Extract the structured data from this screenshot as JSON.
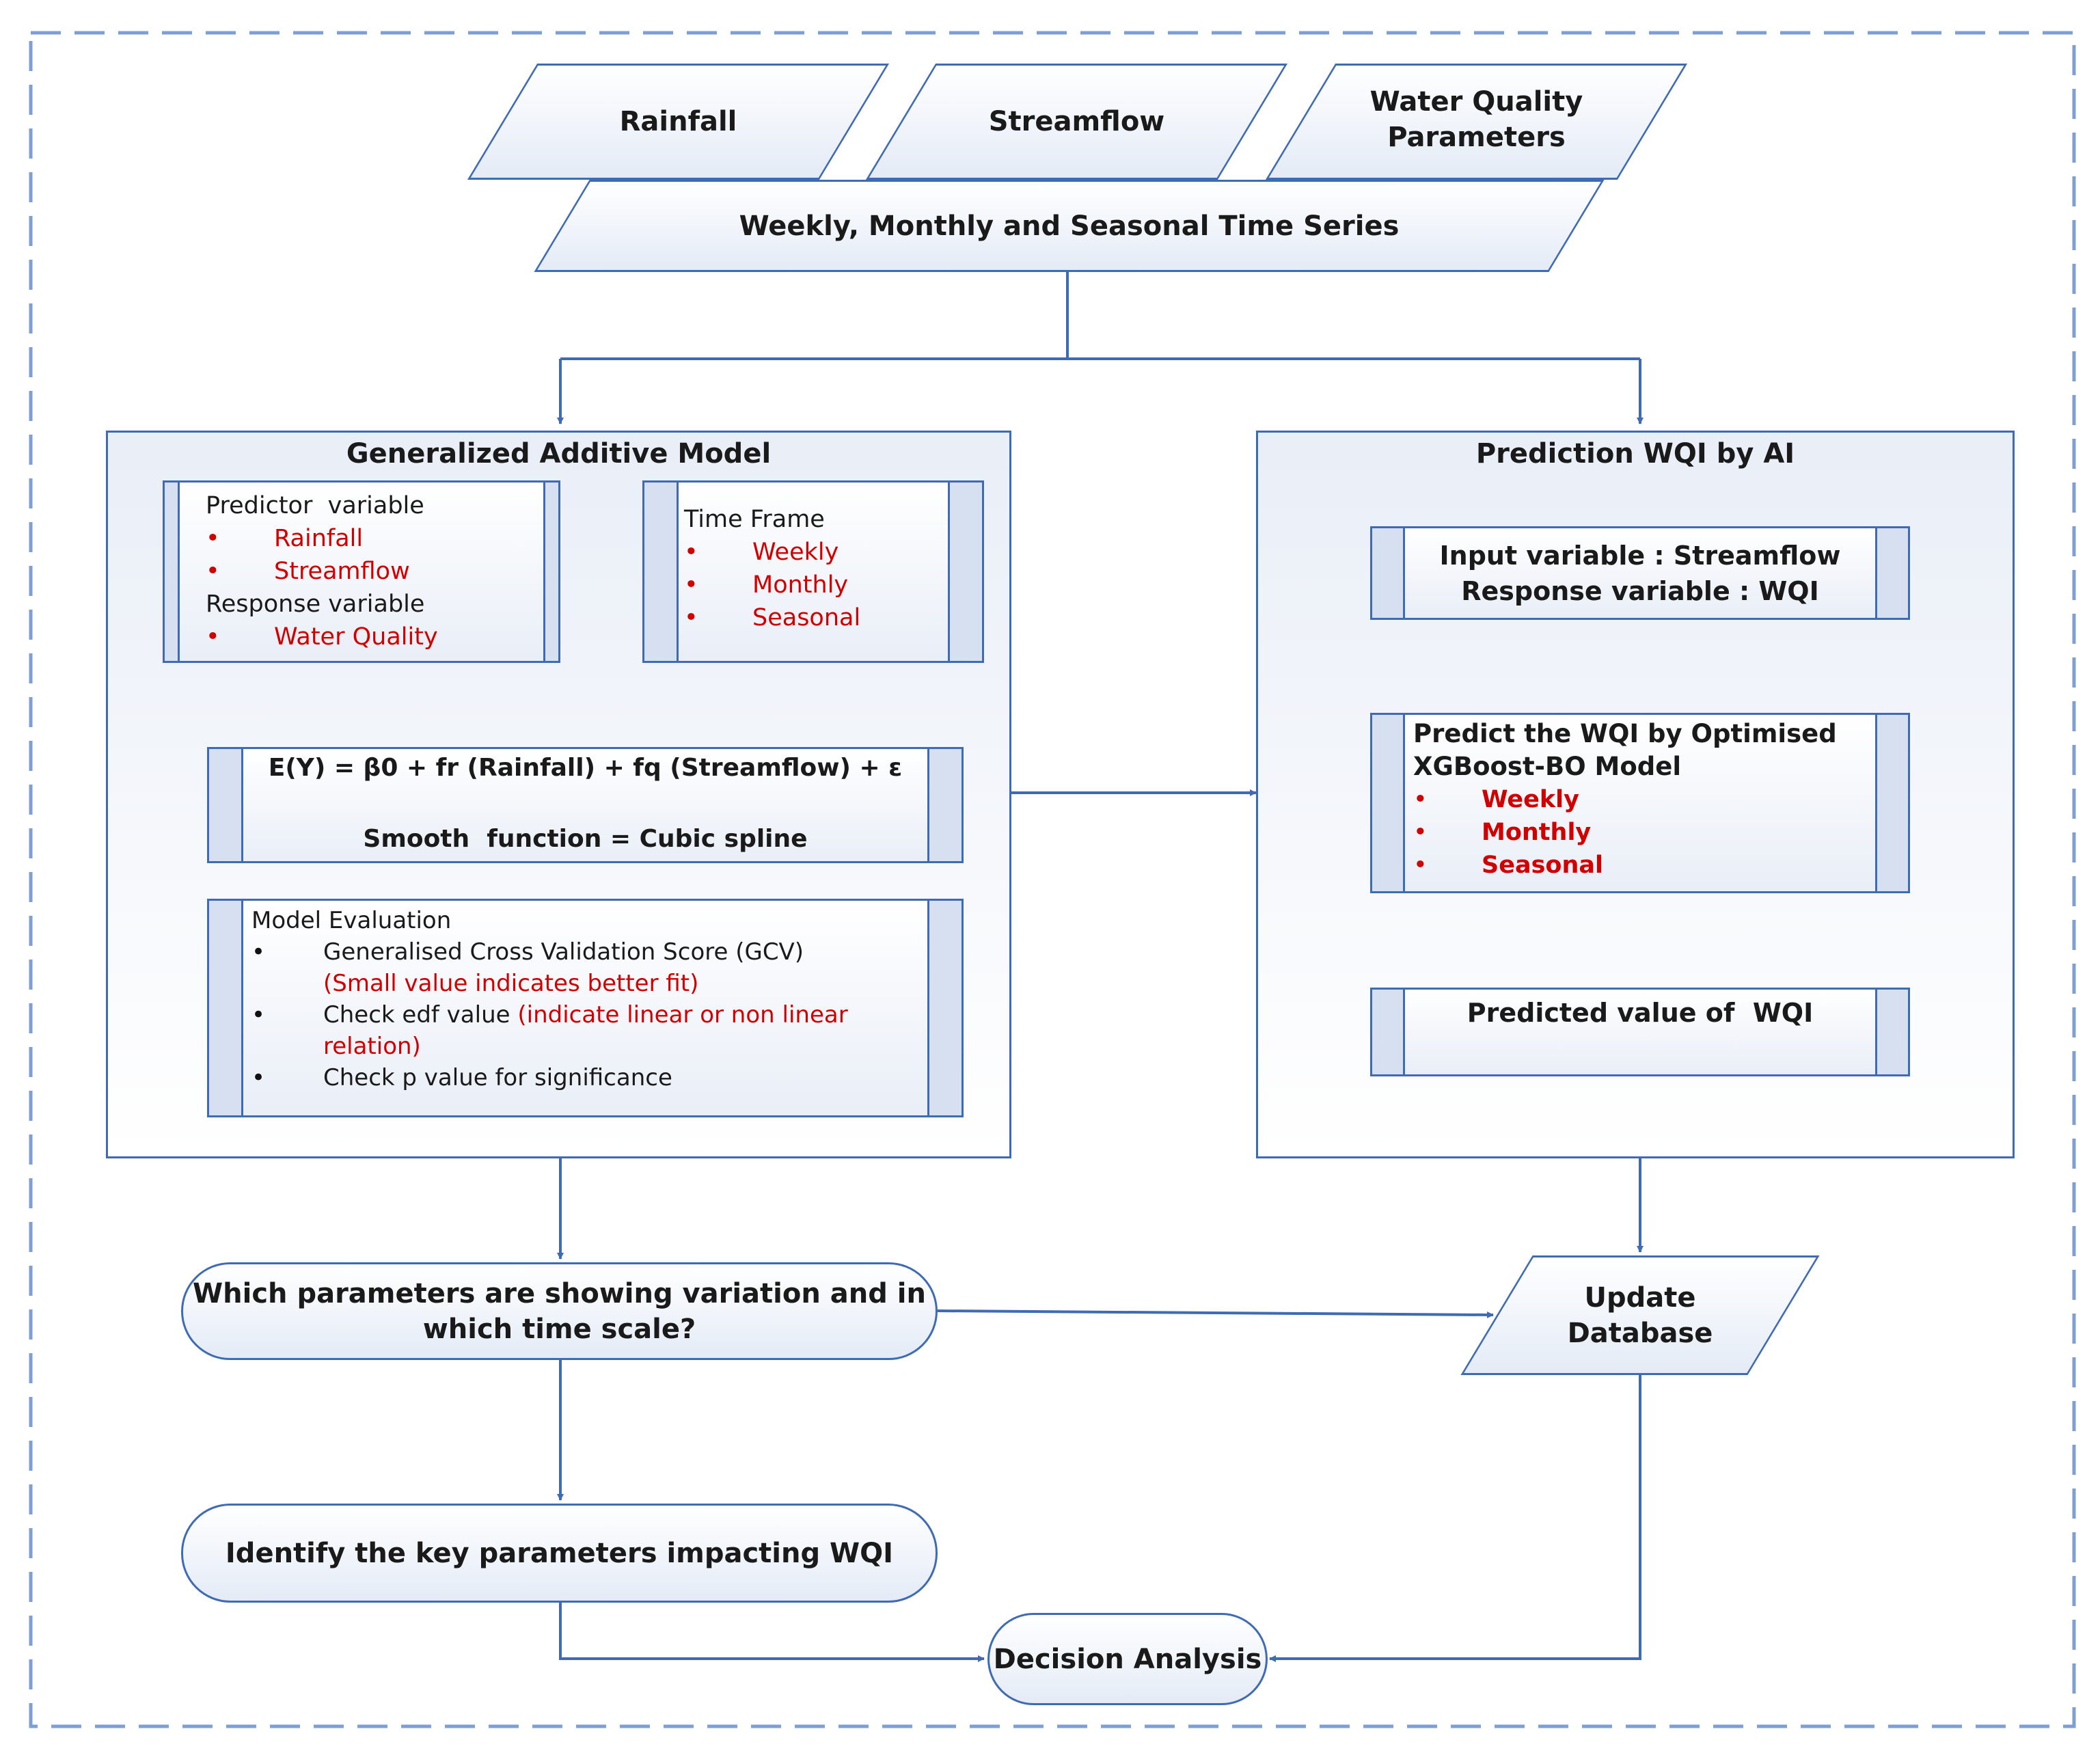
{
  "inputs": {
    "rainfall": "Rainfall",
    "streamflow": "Streamflow",
    "water_quality_line1": "Water Quality",
    "water_quality_line2": "Parameters",
    "time_series": "Weekly, Monthly and Seasonal Time Series"
  },
  "gam": {
    "title": "Generalized Additive Model",
    "predictor": {
      "heading": "Predictor  variable",
      "items": [
        "Rainfall",
        "Streamflow"
      ],
      "response_heading": "Response variable",
      "response_items": [
        "Water Quality"
      ]
    },
    "time_frame": {
      "heading": "Time Frame",
      "items": [
        "Weekly",
        "Monthly",
        "Seasonal"
      ]
    },
    "equation": {
      "formula": "E(Y) = β0 + fr (Rainfall) + fq (Streamflow) + ε",
      "smooth": "Smooth  function = Cubic spline"
    },
    "evaluation": {
      "heading": "Model Evaluation",
      "gcv": "Generalised Cross Validation Score (GCV)",
      "gcv_note": "(Small value indicates better fit)",
      "edf": "Check edf value ",
      "edf_note_1": "(indicate linear or non linear",
      "edf_note_2": "relation)",
      "pvalue": "Check p value for significance"
    }
  },
  "ai": {
    "title": "Prediction WQI by AI",
    "input_line1": "Input variable : Streamflow",
    "input_line2": "Response variable : WQI",
    "predict_line1": "Predict the WQI by Optimised",
    "predict_line2": "XGBoost-BO Model",
    "predict_items": [
      "Weekly",
      "Monthly",
      "Seasonal"
    ],
    "predicted": "Predicted value of  WQI"
  },
  "outputs": {
    "variation_line1": "Which parameters are showing variation and in",
    "variation_line2": "which time scale?",
    "update_line1": "Update",
    "update_line2": "Database",
    "identify": "Identify the key parameters impacting WQI",
    "decision": "Decision Analysis"
  },
  "bullet_char": "•",
  "colors": {
    "border": "#3f6bb5",
    "connector": "#3f6bb5",
    "highlight": "#d00000",
    "frame_dash": "#7f9fd4"
  }
}
